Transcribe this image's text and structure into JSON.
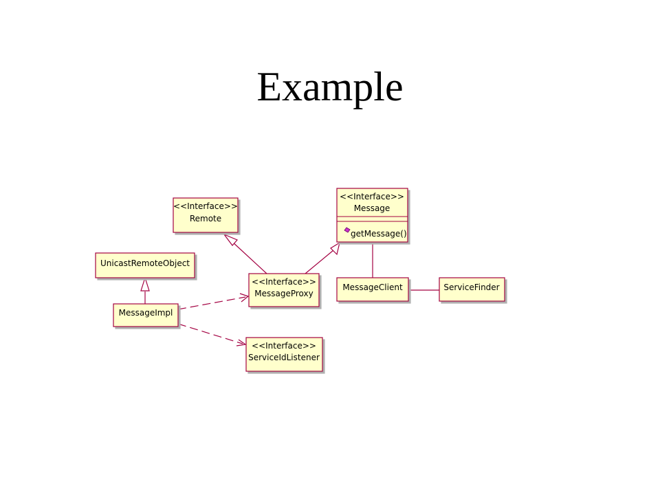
{
  "slide": {
    "title": "Example"
  },
  "colors": {
    "box_fill": "#ffffcc",
    "box_border": "#a30041",
    "line": "#a30041",
    "operation_icon": "#cc33cc"
  },
  "classes": {
    "remote": {
      "stereotype": "<<Interface>>",
      "name": "Remote"
    },
    "message": {
      "stereotype": "<<Interface>>",
      "name": "Message",
      "operation": "getMessage()",
      "operation_icon": "public-operation-icon"
    },
    "unicast_remote_object": {
      "name": "UnicastRemoteObject"
    },
    "message_proxy": {
      "stereotype": "<<Interface>>",
      "name": "MessageProxy"
    },
    "message_impl": {
      "name": "MessageImpl"
    },
    "message_client": {
      "name": "MessageClient"
    },
    "service_finder": {
      "name": "ServiceFinder"
    },
    "service_id_listener": {
      "stereotype": "<<Interface>>",
      "name": "ServiceIdListener"
    }
  },
  "relationships": [
    {
      "from": "MessageProxy",
      "to": "Remote",
      "type": "generalization"
    },
    {
      "from": "MessageProxy",
      "to": "Message",
      "type": "generalization"
    },
    {
      "from": "MessageImpl",
      "to": "UnicastRemoteObject",
      "type": "generalization"
    },
    {
      "from": "MessageImpl",
      "to": "MessageProxy",
      "type": "realization"
    },
    {
      "from": "MessageImpl",
      "to": "ServiceIdListener",
      "type": "realization"
    },
    {
      "from": "MessageClient",
      "to": "Message",
      "type": "association"
    },
    {
      "from": "MessageClient",
      "to": "ServiceFinder",
      "type": "association"
    }
  ]
}
